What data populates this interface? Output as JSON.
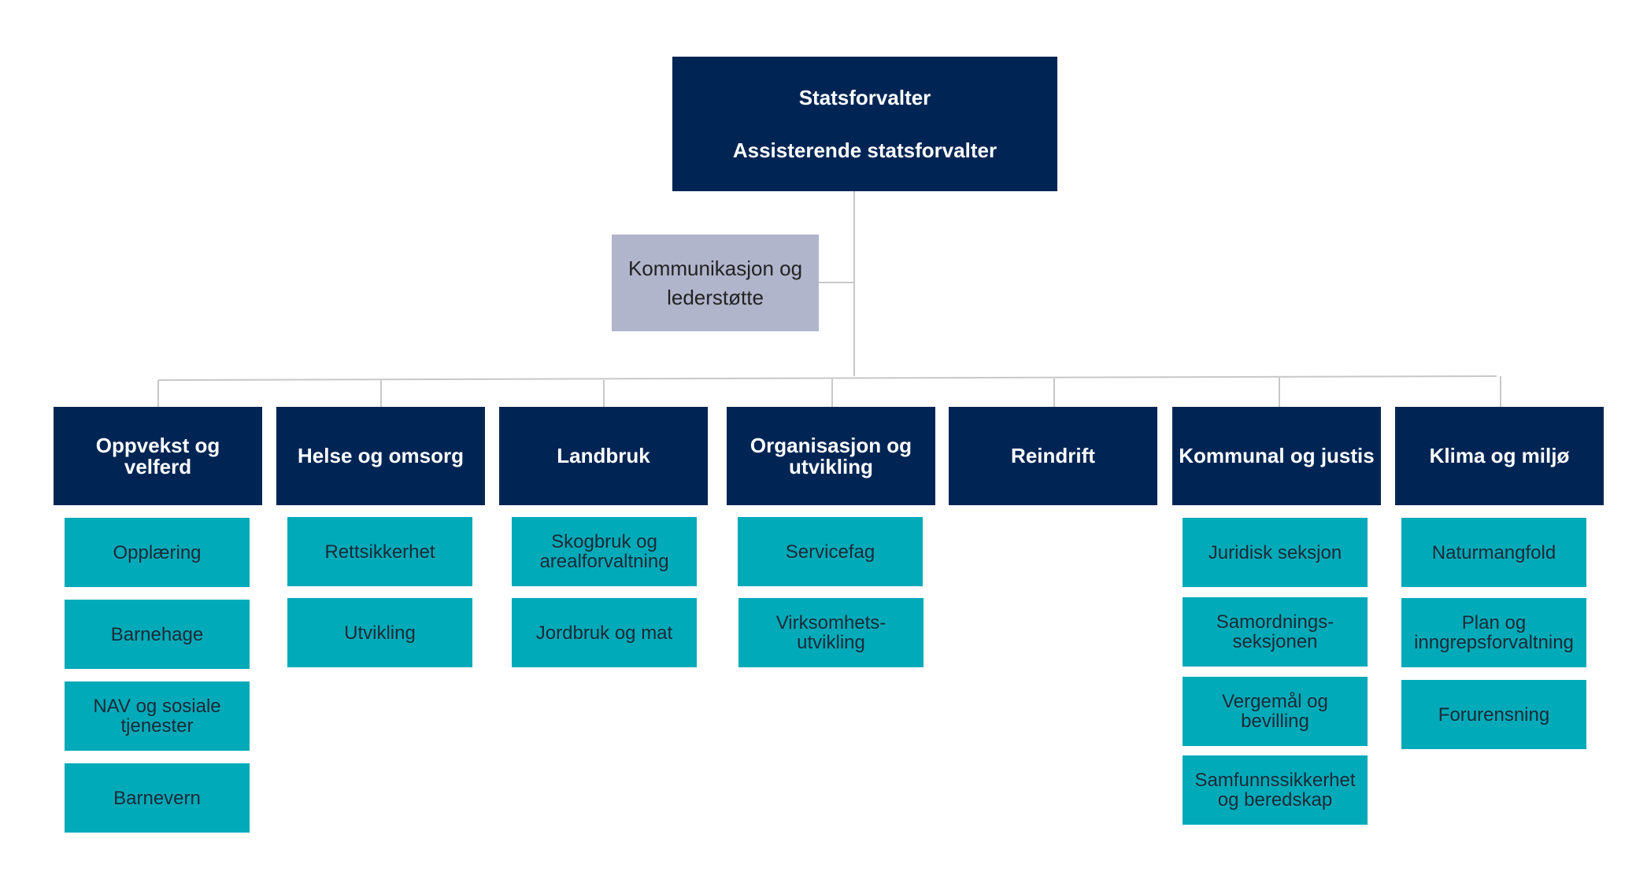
{
  "top": {
    "line1": "Statsforvalter",
    "line2": "Assisterende statsforvalter"
  },
  "staff": {
    "label": "Kommunikasjon og lederstøtte"
  },
  "departments": [
    {
      "label": "Oppvekst og velferd",
      "units": [
        "Opplæring",
        "Barnehage",
        "NAV og sosiale tjenester",
        "Barnevern"
      ]
    },
    {
      "label": "Helse og omsorg",
      "units": [
        "Rettsikkerhet",
        "Utvikling"
      ]
    },
    {
      "label": "Landbruk",
      "units": [
        "Skogbruk og arealforvaltning",
        "Jordbruk og mat"
      ]
    },
    {
      "label": "Organisasjon og utvikling",
      "units": [
        "Servicefag",
        "Virksomhets-utvikling"
      ]
    },
    {
      "label": "Reindrift",
      "units": []
    },
    {
      "label": "Kommunal og justis",
      "units": [
        "Juridisk seksjon",
        "Samordnings-seksjonen",
        "Vergemål og bevilling",
        "Samfunnssikkerhet og beredskap"
      ]
    },
    {
      "label": "Klima og miljø",
      "units": [
        "Naturmangfold",
        "Plan og inngrepsforvaltning",
        "Forurensning"
      ]
    }
  ],
  "colors": {
    "primary": "#002554",
    "secondary": "#b1b5cc",
    "unit": "#00aab8",
    "connector": "#c8c8c8"
  }
}
